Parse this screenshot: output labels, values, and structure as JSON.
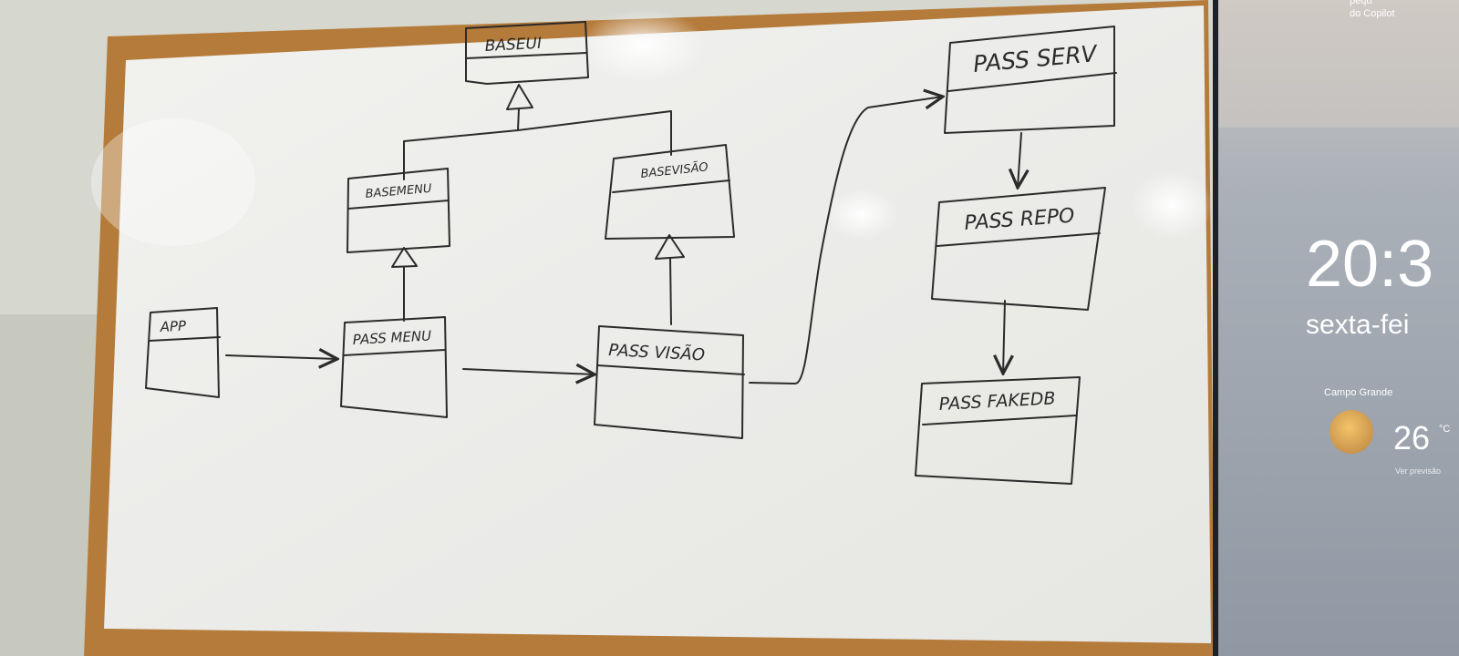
{
  "colors": {
    "wall": "#d3d4cc",
    "frame": "#b07a3c",
    "board": "#eeeeea",
    "ink": "#2b2b2b",
    "screen": "#9aa3ad"
  },
  "diagram": {
    "boxes": {
      "baseui": "BASEUI",
      "basemenu": "BASEMENU",
      "basevisao": "BASEVISÃO",
      "app": "APP",
      "pass_menu": "PASS MENU",
      "pass_visao": "PASS VISÃO",
      "pass_serv": "PASS SERV",
      "pass_repo": "PASS REPO",
      "pass_fakedb": "PASS FAKEDB"
    }
  },
  "screen": {
    "copilot_text_top": "pequ",
    "copilot_text": "do Copilot",
    "time": "20:3",
    "date": "sexta-fei",
    "location": "Campo Grande",
    "temperature": "26",
    "temperature_unit": "°C",
    "weather_icon": "sun-icon",
    "forecast_link": "Ver previsão"
  }
}
